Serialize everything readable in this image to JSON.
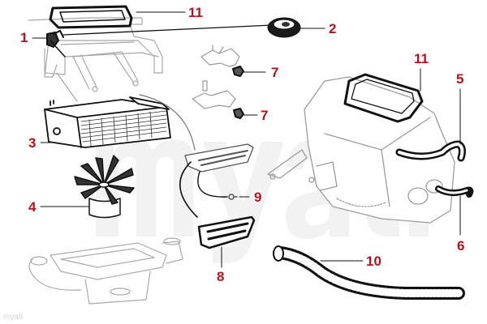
{
  "diagram": {
    "title": "Heater assembly exploded parts diagram",
    "watermark": "myati",
    "label_color": "#b5121b",
    "line_color": "#111111",
    "part_color_faded": "#9a9a9a"
  },
  "callouts": [
    {
      "id": "1",
      "label": "1",
      "part": "control-valve"
    },
    {
      "id": "2",
      "label": "2",
      "part": "rubber-grommet"
    },
    {
      "id": "3",
      "label": "3",
      "part": "heater-core"
    },
    {
      "id": "4",
      "label": "4",
      "part": "blower-fan-motor"
    },
    {
      "id": "5",
      "label": "5",
      "part": "upper-heater-hose"
    },
    {
      "id": "6",
      "label": "6",
      "part": "lower-heater-hose"
    },
    {
      "id": "7a",
      "label": "7",
      "part": "lever-clip-upper"
    },
    {
      "id": "7b",
      "label": "7",
      "part": "lever-clip-lower"
    },
    {
      "id": "8",
      "label": "8",
      "part": "vent-grille-lower"
    },
    {
      "id": "9",
      "label": "9",
      "part": "grille-screw"
    },
    {
      "id": "10",
      "label": "10",
      "part": "flexible-duct-hose"
    },
    {
      "id": "11a",
      "label": "11",
      "part": "intake-seal-left"
    },
    {
      "id": "11b",
      "label": "11",
      "part": "intake-seal-right"
    }
  ]
}
